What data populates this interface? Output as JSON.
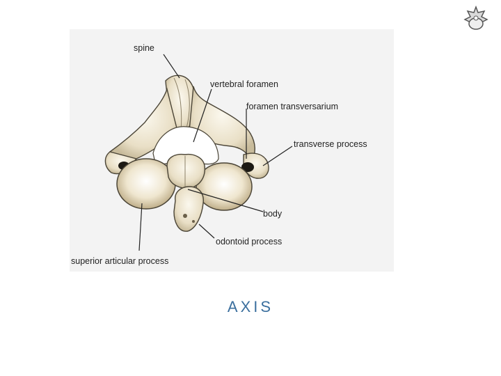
{
  "slide": {
    "title": "AXIS"
  },
  "figure": {
    "labels": {
      "spine": "spine",
      "vertebral_foramen": "vertebral foramen",
      "foramen_transversarium": "foramen transversarium",
      "transverse_process": "transverse process",
      "body": "body",
      "odontoid_process": "odontoid process",
      "superior_articular_process": "superior articular process"
    }
  },
  "colors": {
    "title": "#3b6f9e",
    "bone": "#ece4cf",
    "bone_shadow": "#b9ad90",
    "outline": "#4a4436"
  },
  "icons": {
    "logo": "vertebra-logo-icon"
  }
}
